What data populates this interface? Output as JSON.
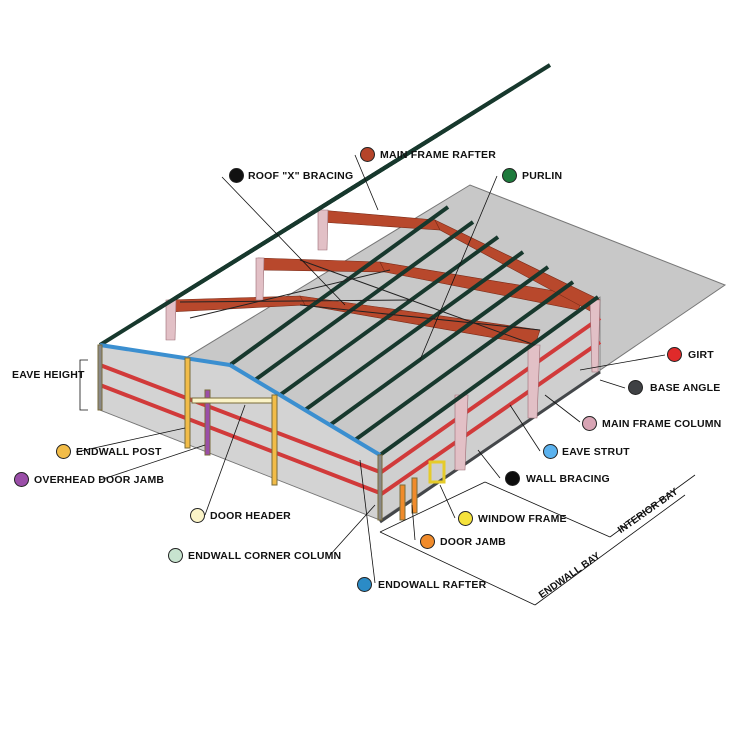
{
  "labels": {
    "roof_x_bracing": "ROOF \"X\" BRACING",
    "main_frame_rafter": "MAIN FRAME RAFTER",
    "purlin": "PURLIN",
    "eave_height": "EAVE HEIGHT",
    "girt": "GIRT",
    "base_angle": "BASE ANGLE",
    "main_frame_column": "MAIN FRAME COLUMN",
    "eave_strut": "EAVE STRUT",
    "endwall_post": "ENDWALL POST",
    "wall_bracing": "WALL BRACING",
    "overhead_door_jamb": "OVERHEAD DOOR JAMB",
    "window_frame": "WINDOW FRAME",
    "door_header": "DOOR HEADER",
    "door_jamb": "DOOR JAMB",
    "endwall_corner_column": "ENDWALL CORNER COLUMN",
    "endowall_rafter": "ENDOWALL RAFTER",
    "interior_bay": "INTERIOR BAY",
    "endwall_bay": "ENDWALL BAY"
  },
  "colors": {
    "roof_x_bracing": "#111111",
    "main_frame_rafter": "#b5442a",
    "purlin": "#1e7a3c",
    "girt": "#e02a2a",
    "base_angle": "#3f4144",
    "main_frame_column": "#d8a4b4",
    "eave_strut": "#5bb2ee",
    "endwall_post": "#f2bc48",
    "wall_bracing": "#0d0d0d",
    "overhead_door_jamb": "#9a4ea8",
    "window_frame": "#f5e23c",
    "door_header": "#fbf4c8",
    "door_jamb": "#f08b2b",
    "endwall_corner_column": "#c7e3cf",
    "endowall_rafter": "#2b8bc6",
    "purlin_line": "#16392f",
    "girt_line": "#c42a2a",
    "rafter_fill": "#b8482c",
    "column_fill": "#e6c4c8",
    "slab": "#c9c9c9",
    "wall": "#d4d4d4"
  }
}
